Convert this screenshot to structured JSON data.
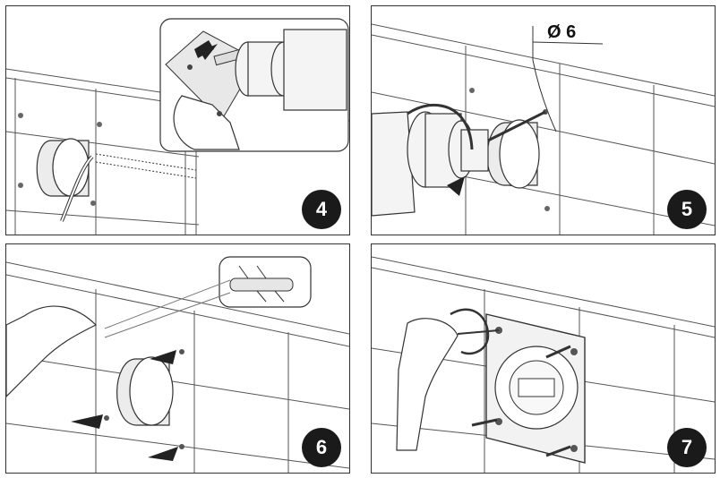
{
  "panels": [
    {
      "step": "4"
    },
    {
      "step": "5",
      "diameter_label": "Ø 6"
    },
    {
      "step": "6"
    },
    {
      "step": "7"
    }
  ]
}
